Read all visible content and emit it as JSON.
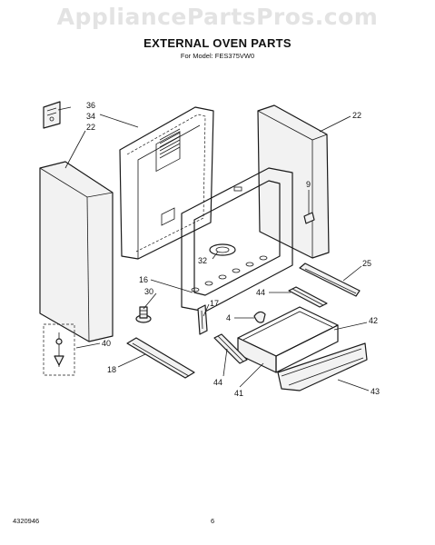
{
  "watermark": "AppliancePartsPros.com",
  "title": "EXTERNAL OVEN PARTS",
  "subtitle": "For Model: FES375VW0",
  "footer": {
    "doc_number": "4320946",
    "page": "6"
  },
  "callouts": {
    "c36": "36",
    "c34": "34",
    "c22a": "22",
    "c22b": "22",
    "c9": "9",
    "c32": "32",
    "c25": "25",
    "c16": "16",
    "c30": "30",
    "c17": "17",
    "c44a": "44",
    "c4": "4",
    "c42": "42",
    "c40": "40",
    "c18": "18",
    "c44b": "44",
    "c41": "41",
    "c43": "43"
  }
}
